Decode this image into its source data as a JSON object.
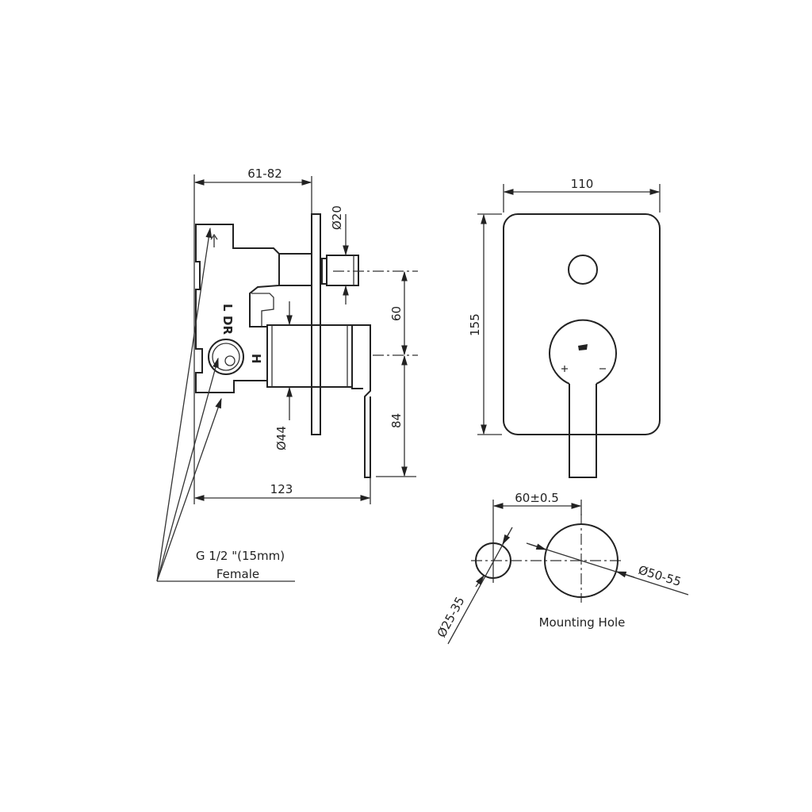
{
  "side_view": {
    "dim_depth": "61-82",
    "dim_total": "123",
    "dim_stem_diameter": "Ø20",
    "dim_cartridge_diameter": "Ø44",
    "dim_upper": "60",
    "dim_lower": "84",
    "body_marks": [
      "L",
      "DR",
      "H"
    ],
    "connection_label": "G 1/2 \"(15mm)",
    "connection_sub": "Female"
  },
  "front_view": {
    "dim_width": "110",
    "dim_height": "155"
  },
  "mounting": {
    "dim_spacing": "60±0.5",
    "dim_small_hole": "Ø25-35",
    "dim_large_hole": "Ø50-55",
    "title": "Mounting Hole"
  }
}
